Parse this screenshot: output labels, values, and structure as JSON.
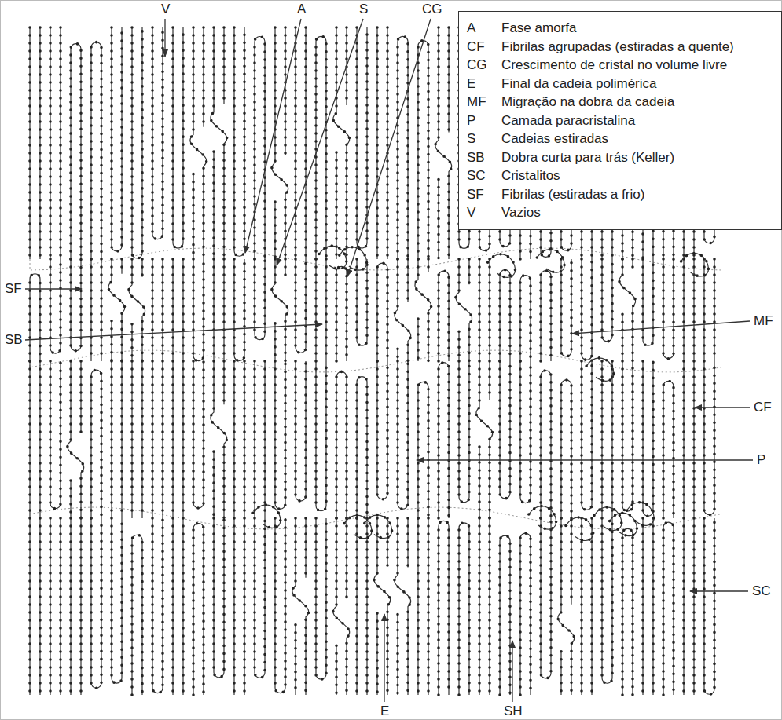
{
  "diagram": {
    "nodes": [
      {
        "text": [
          "A",
          "Fase amorfa",
          "CF",
          "Fibrilas agrupadas (estiradas a quente)",
          "CG",
          "Crescimento de cristal no volume livre",
          "E",
          "Final da cadeia polimérica",
          "MF",
          "Migração na dobra da cadeia",
          "P",
          "Camada paracristalina",
          "S",
          "Cadeias estiradas",
          "SB",
          "Dobra curta para trás (Keller)",
          "SC",
          "Cristalitos",
          "SF",
          "Fibrilas (estiradas a frio)",
          "V",
          "Vazios"
        ]
      }
    ],
    "labels": [
      "V",
      "A",
      "S",
      "CG",
      "SF",
      "SB",
      "MF",
      "CF",
      "P",
      "SC",
      "E",
      "SH"
    ]
  }
}
